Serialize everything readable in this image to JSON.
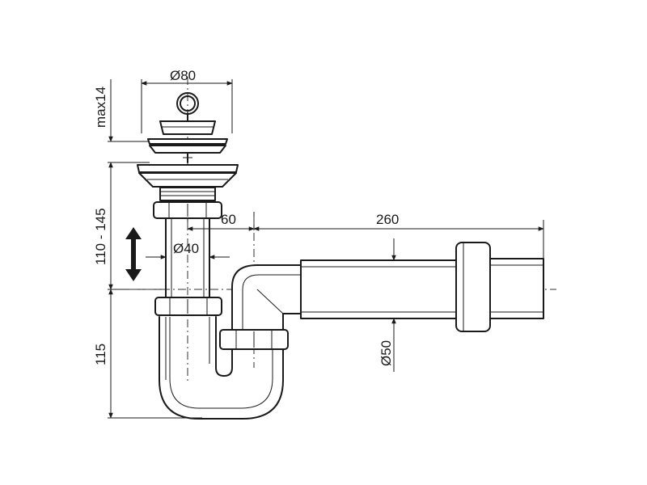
{
  "labels": {
    "d80": "Ø80",
    "max14": "max14",
    "h110_145": "110 - 145",
    "w60": "60",
    "w260": "260",
    "d40": "Ø40",
    "d50": "Ø50",
    "h115": "115"
  }
}
